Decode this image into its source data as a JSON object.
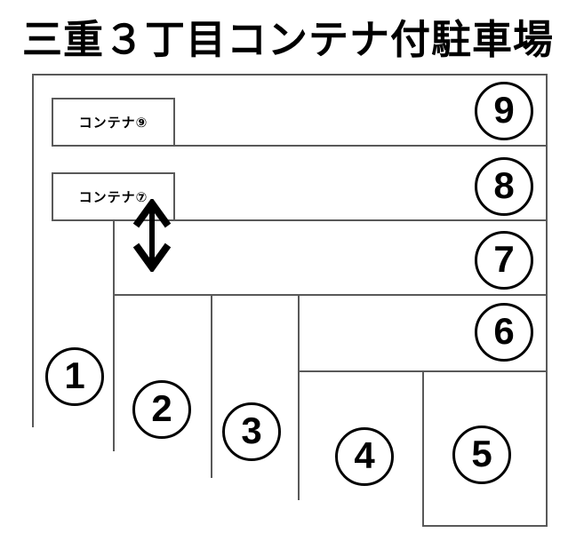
{
  "colors": {
    "background": "#ffffff",
    "line": "#595959",
    "ink": "#000000"
  },
  "title": "三重３丁目コンテナ付駐車場",
  "containers": {
    "c9": {
      "label": "コンテナ⑨"
    },
    "c7": {
      "label": "コンテナ⑦"
    }
  },
  "icons": {
    "arrow": "double-vertical-arrow-icon"
  },
  "spaces": [
    {
      "digit": "1"
    },
    {
      "digit": "2"
    },
    {
      "digit": "3"
    },
    {
      "digit": "4"
    },
    {
      "digit": "5"
    },
    {
      "digit": "6"
    },
    {
      "digit": "7"
    },
    {
      "digit": "8"
    },
    {
      "digit": "9"
    }
  ]
}
